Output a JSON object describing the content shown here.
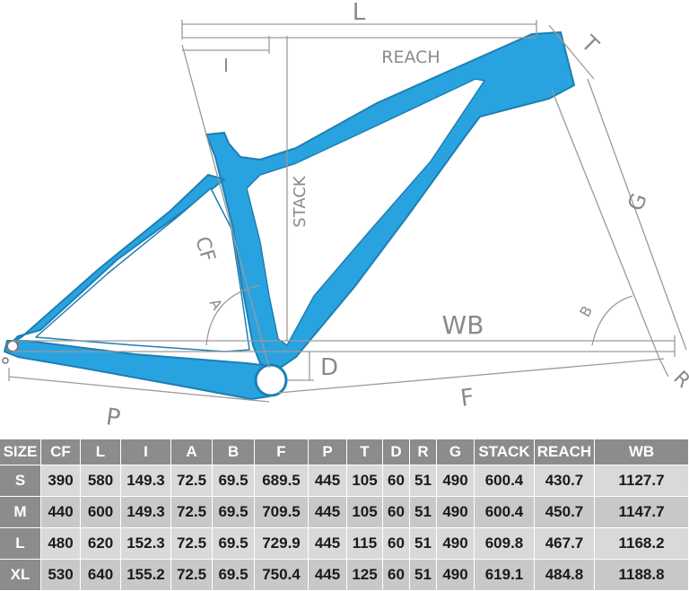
{
  "diagram": {
    "labels": {
      "l": "L",
      "i": "I",
      "reach": "REACH",
      "t": "T",
      "stack": "STACK",
      "g": "G",
      "cf": "CF",
      "a": "A",
      "b": "B",
      "wb": "WB",
      "d": "D",
      "p": "P",
      "f": "F",
      "r": "R"
    },
    "colors": {
      "frame": "#29a3df",
      "dim": "#9a9a9a",
      "outline": "#c7c7c7"
    }
  },
  "table": {
    "headers": [
      "SIZE",
      "CF",
      "L",
      "I",
      "A",
      "B",
      "F",
      "P",
      "T",
      "D",
      "R",
      "G",
      "STACK",
      "REACH",
      "WB"
    ],
    "rows": [
      [
        "S",
        "390",
        "580",
        "149.3",
        "72.5",
        "69.5",
        "689.5",
        "445",
        "105",
        "60",
        "51",
        "490",
        "600.4",
        "430.7",
        "1127.7"
      ],
      [
        "M",
        "440",
        "600",
        "149.3",
        "72.5",
        "69.5",
        "709.5",
        "445",
        "105",
        "60",
        "51",
        "490",
        "600.4",
        "450.7",
        "1147.7"
      ],
      [
        "L",
        "480",
        "620",
        "152.3",
        "72.5",
        "69.5",
        "729.9",
        "445",
        "115",
        "60",
        "51",
        "490",
        "609.8",
        "467.7",
        "1168.2"
      ],
      [
        "XL",
        "530",
        "640",
        "155.2",
        "72.5",
        "69.5",
        "750.4",
        "445",
        "125",
        "60",
        "51",
        "490",
        "619.1",
        "484.8",
        "1188.8"
      ]
    ],
    "colors": {
      "header_bg": "#8c8c8c",
      "row_light": "#d9d9d9",
      "row_dark": "#c8c8c8"
    }
  }
}
